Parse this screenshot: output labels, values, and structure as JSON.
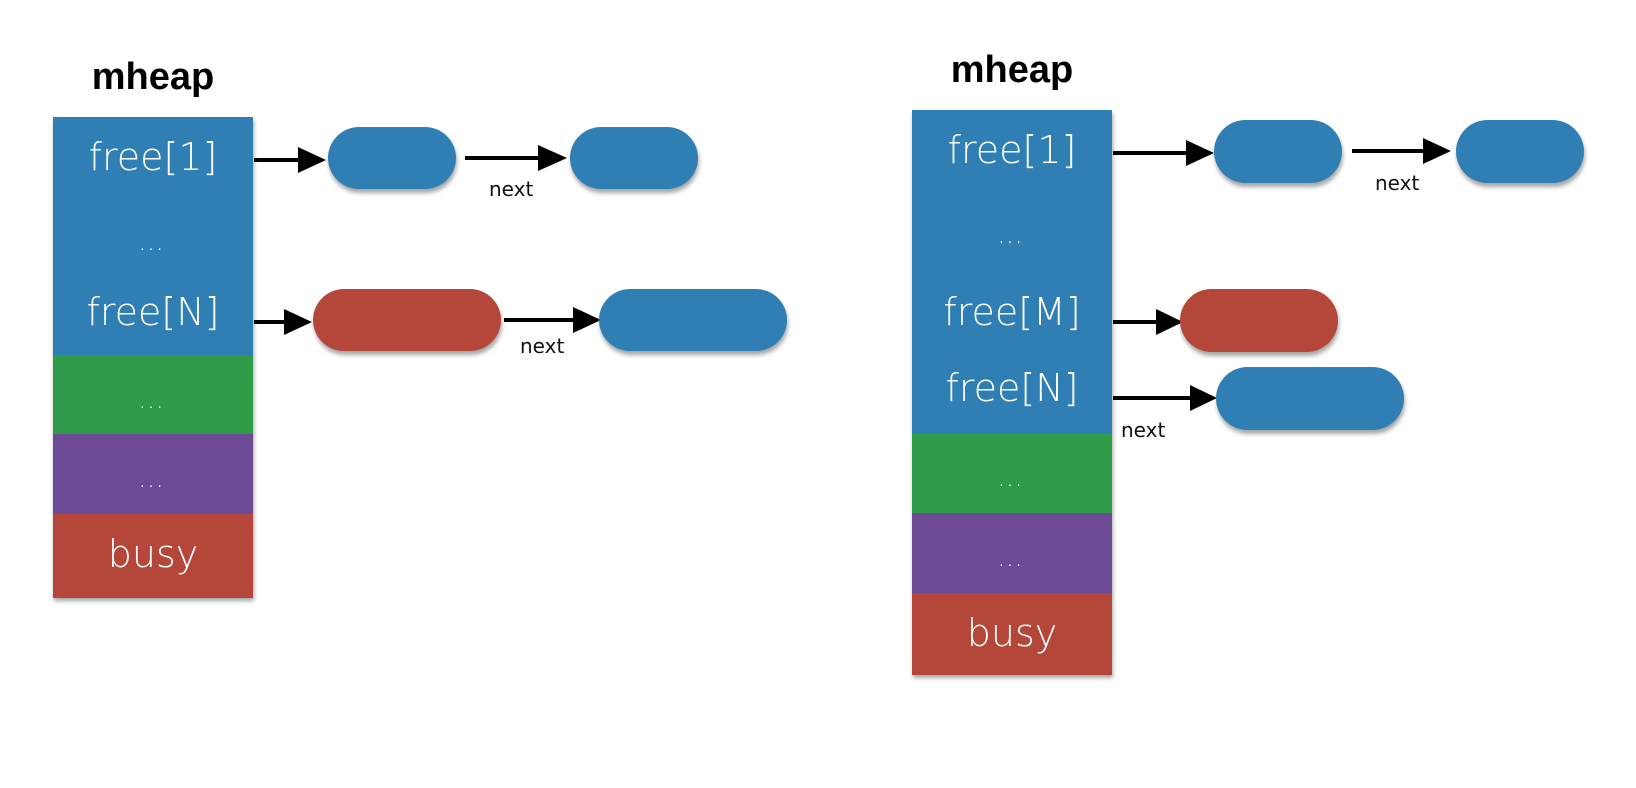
{
  "colors": {
    "free": "#2f7fb5",
    "mid1": "#2f9a48",
    "mid2": "#6c4a96",
    "busy": "#b5473a",
    "arrow": "#000000"
  },
  "diagrams": [
    {
      "title": "mheap",
      "stack": [
        {
          "label": "free[1]",
          "sub": "…",
          "color": "free"
        },
        {
          "label": "free[N]",
          "color": "free"
        },
        {
          "label": "…",
          "color": "mid1"
        },
        {
          "label": "…",
          "color": "mid2"
        },
        {
          "label": "busy",
          "color": "busy"
        }
      ],
      "lists": [
        {
          "from": "free[1]",
          "nodes": [
            "free",
            "free"
          ],
          "link_label": "next"
        },
        {
          "from": "free[N]",
          "nodes": [
            "busy",
            "free"
          ],
          "link_label": "next"
        }
      ]
    },
    {
      "title": "mheap",
      "stack": [
        {
          "label": "free[1]",
          "sub": "…",
          "color": "free"
        },
        {
          "label": "free[M]",
          "color": "free"
        },
        {
          "label": "free[N]",
          "color": "free"
        },
        {
          "label": "…",
          "color": "mid1"
        },
        {
          "label": "…",
          "color": "mid2"
        },
        {
          "label": "busy",
          "color": "busy"
        }
      ],
      "lists": [
        {
          "from": "free[1]",
          "nodes": [
            "free",
            "free"
          ],
          "link_label": "next"
        },
        {
          "from": "free[M]",
          "nodes": [
            "busy"
          ]
        },
        {
          "from": "free[N]",
          "nodes": [
            "free"
          ],
          "link_label": "next"
        }
      ]
    }
  ]
}
